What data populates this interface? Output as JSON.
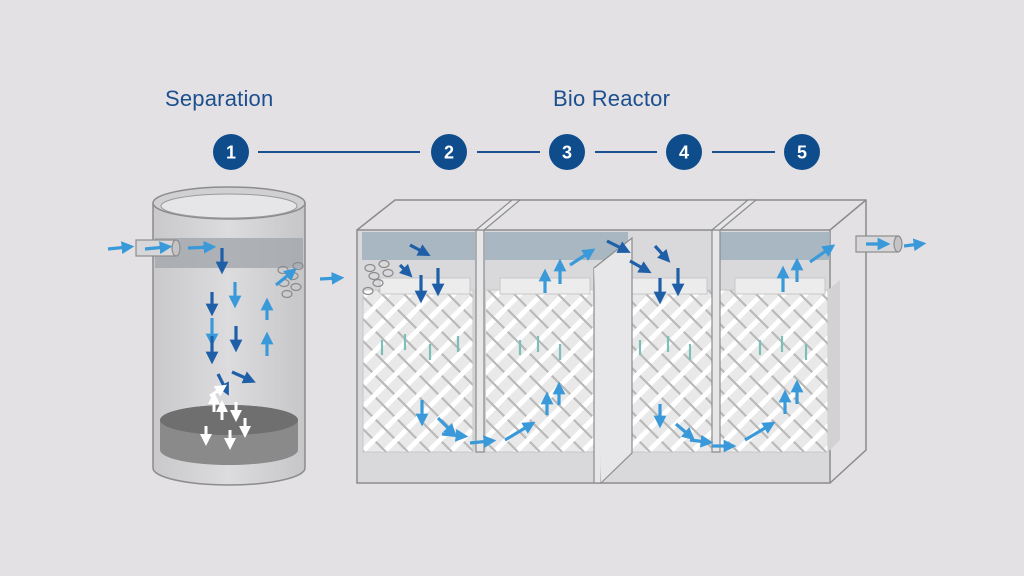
{
  "labels": {
    "separation": "Separation",
    "bio_reactor": "Bio Reactor"
  },
  "steps": [
    "1",
    "2",
    "3",
    "4",
    "5"
  ],
  "colors": {
    "background": "#e3e1e3",
    "accent_blue": "#1b4f8f",
    "step_circle": "#0f4c8c",
    "flow_dark": "#1f5fa8",
    "flow_light": "#3a9ad9",
    "flow_teal": "#7ac0b8",
    "water": "#9fb0bd",
    "sludge": "#7c7c7c",
    "media": "#f3f3f3"
  },
  "icons": [
    "flow-arrow-icon",
    "inlet-pipe-icon",
    "outlet-pipe-icon"
  ]
}
